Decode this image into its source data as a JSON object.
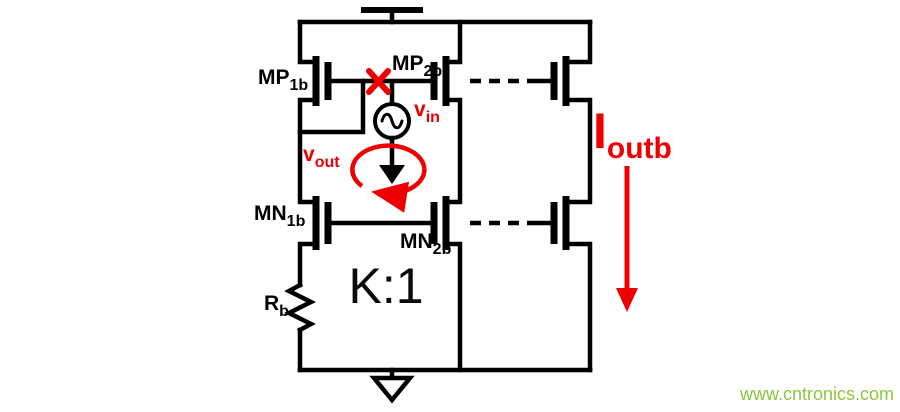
{
  "diagram": {
    "type": "analog-bias-current-mirror-schematic",
    "ratio_label": "K:1",
    "watermark": "www.cntronics.com",
    "colors": {
      "wire": "#000000",
      "annotation": "#ee0000",
      "watermark": "#8cc63e",
      "background": "#ffffff"
    },
    "icons": {
      "supply": "vdd-t-bar",
      "ground_main": "open-triangle-ground",
      "ground_small": "filled-triangle-ground",
      "ac_source": "sine-wave-circle",
      "loop_break": "red-x-cross",
      "feedback_loop": "red-loop-arrow",
      "output_current": "red-down-arrow",
      "mirror_link": "dashed-gate-connection"
    },
    "labels": {
      "mp1b": {
        "base": "MP",
        "sub": "1b"
      },
      "mp2b": {
        "base": "MP",
        "sub": "2b"
      },
      "mn1b": {
        "base": "MN",
        "sub": "1b"
      },
      "mn2b": {
        "base": "MN",
        "sub": "2b"
      },
      "rb": {
        "base": "R",
        "sub": "b"
      },
      "vin": {
        "base": "v",
        "sub": "in"
      },
      "vout": {
        "base": "v",
        "sub": "out"
      },
      "ioutb": {
        "base": "I",
        "sub": "outb"
      }
    }
  }
}
